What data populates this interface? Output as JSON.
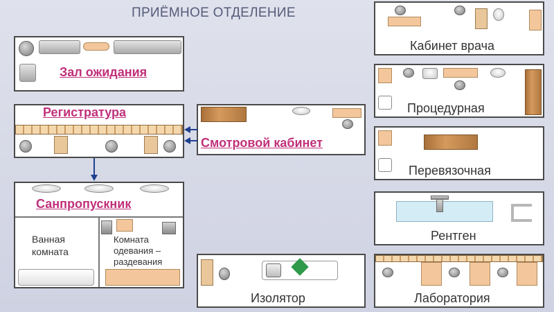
{
  "title": "ПРИЁМНОЕ ОТДЕЛЕНИЕ",
  "rooms": {
    "waiting": "Зал ожидания",
    "registry": "Регистратура",
    "exam": "Смотровой кабинет",
    "sanitary": "Санпропускник",
    "bathroom": "Ванная комната",
    "changing": "Комната одевания – раздевания",
    "doctor": "Кабинет врача",
    "procedure": "Процедурная",
    "dressing": "Перевязочная",
    "xray": "Рентген",
    "isolator": "Изолятор",
    "lab": "Лаборатория"
  },
  "colors": {
    "accent_label": "#c0307a",
    "arrow": "#1f3f8f",
    "border": "#4a4a4a",
    "furniture": "#f3c79b",
    "isolator_marker": "#2e9a4a"
  }
}
